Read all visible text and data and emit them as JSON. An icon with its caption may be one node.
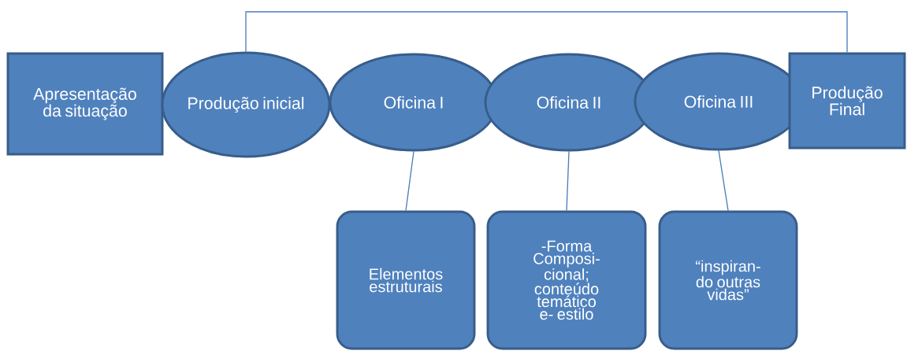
{
  "diagram": {
    "nodes": [
      {
        "text": [
          "Apresentação da situação"
        ]
      },
      {
        "text": [
          "Produção inicial"
        ]
      },
      {
        "text": [
          "Oficina I"
        ]
      },
      {
        "text": [
          "Oficina II"
        ]
      },
      {
        "text": [
          "Oficina III"
        ]
      },
      {
        "text": [
          "Produção Final"
        ]
      },
      {
        "text": [
          "Elementos estruturais"
        ]
      },
      {
        "text": [
          "-Forma Composi- cional; conteúdo temático e- estilo"
        ]
      },
      {
        "text": [
          "“inspiran- do outras vidas”"
        ]
      }
    ],
    "edges": [
      {
        "from": 1,
        "to": 5,
        "arrow": "none"
      },
      {
        "from": 2,
        "to": 6,
        "arrow": "none"
      },
      {
        "from": 3,
        "to": 7,
        "arrow": "none"
      },
      {
        "from": 4,
        "to": 8,
        "arrow": "none"
      }
    ]
  }
}
